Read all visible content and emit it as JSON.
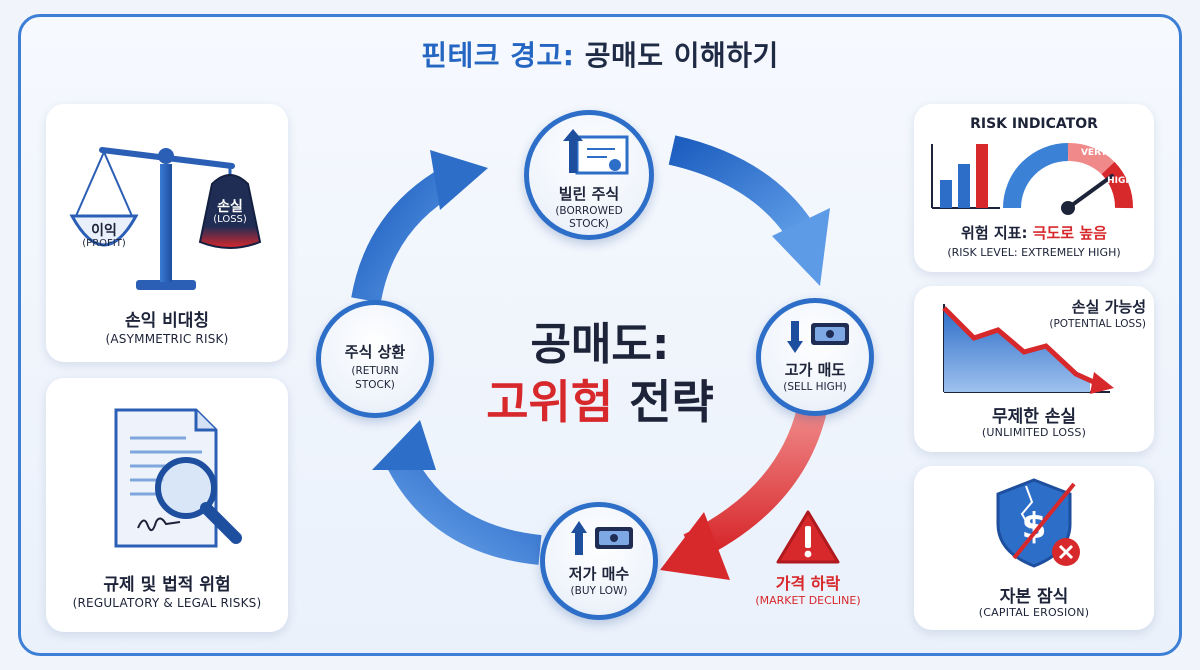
{
  "title": {
    "prefix": "핀테크 경고:",
    "rest": "공매도 이해하기"
  },
  "center": {
    "line1": "공매도:",
    "line2_red": "고위험",
    "line2_dark": "전략"
  },
  "left_cards": {
    "asymmetric": {
      "profit_label": "이익",
      "profit_sub": "(PROFIT)",
      "loss_label": "손실",
      "loss_sub": "(LOSS)",
      "title": "손익 비대칭",
      "subtitle": "(ASYMMETRIC RISK)"
    },
    "regulatory": {
      "title": "규제 및 법적 위험",
      "subtitle": "(REGULATORY & LEGAL RISKS)"
    }
  },
  "cycle": {
    "borrow": {
      "title": "빌린 주식",
      "sub1": "(BORROWED",
      "sub2": "STOCK)"
    },
    "sell": {
      "title": "고가 매도",
      "sub1": "(SELL HIGH)"
    },
    "buy": {
      "title": "저가 매수",
      "sub1": "(BUY LOW)"
    },
    "return": {
      "title": "주식 상환",
      "sub1": "(RETURN",
      "sub2": "STOCK)"
    },
    "decline": {
      "title": "가격 하락",
      "sub1": "(MARKET DECLINE)"
    }
  },
  "right_cards": {
    "risk": {
      "header": "RISK INDICATOR",
      "gauge_very": "VERY",
      "gauge_high": "HIGH",
      "title_dark": "위험 지표:",
      "title_red": "극도로 높음",
      "subtitle": "(RISK LEVEL: EXTREMELY HIGH)"
    },
    "loss": {
      "top_title": "손실 가능성",
      "top_sub": "(POTENTIAL LOSS)",
      "title": "무제한 손실",
      "subtitle": "(UNLIMITED LOSS)"
    },
    "capital": {
      "title": "자본 잠식",
      "subtitle": "(CAPITAL EROSION)"
    }
  },
  "colors": {
    "blue": "#2d6ec8",
    "red": "#d7282c",
    "navy": "#1d2338"
  }
}
